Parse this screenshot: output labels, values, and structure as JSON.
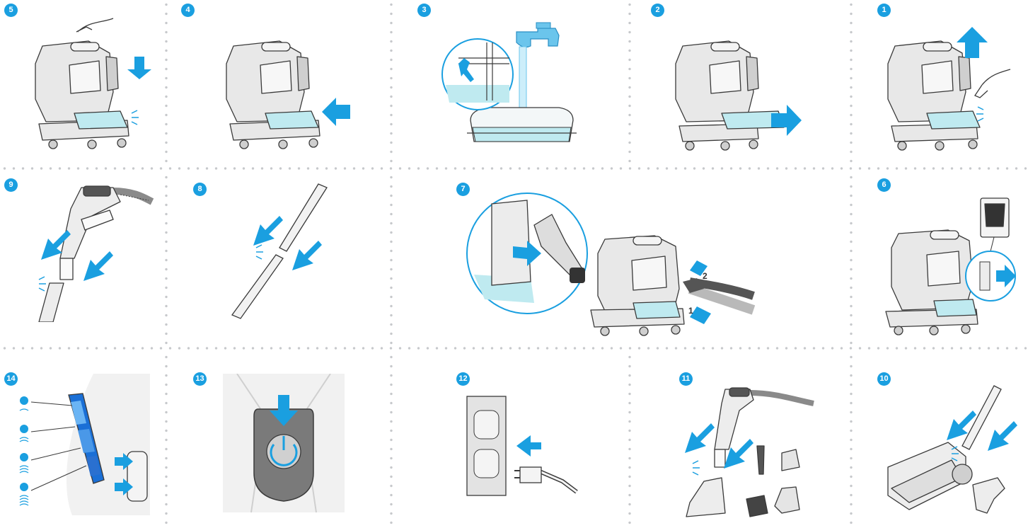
{
  "steps": [
    "1",
    "2",
    "3",
    "4",
    "5",
    "6",
    "7",
    "8",
    "9",
    "10",
    "11",
    "12",
    "13",
    "14"
  ],
  "step7_callouts": [
    "1",
    "2"
  ],
  "colors": {
    "accent_blue": "#1a9fe0",
    "tank_cyan": "#bfeaf0",
    "outline": "#3a3a3a",
    "body_gray": "#e8e8e8",
    "dot_gray": "#c7c9cc"
  }
}
